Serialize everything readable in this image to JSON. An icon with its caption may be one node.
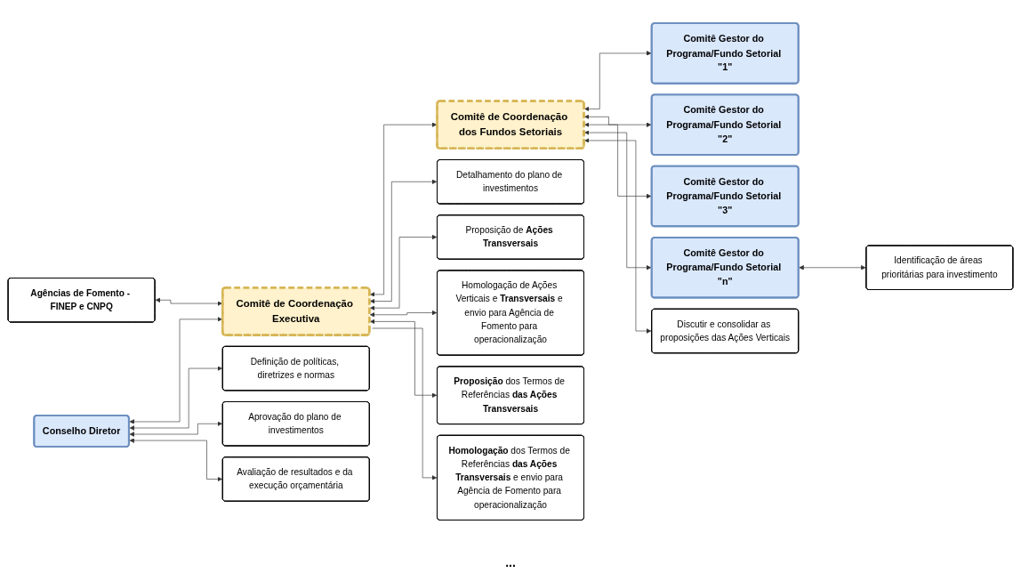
{
  "diagram": {
    "nodes": [
      {
        "text": [
          "Agências de Fomento - FINEP e CNPQ"
        ]
      },
      {
        "text": [
          "Conselho Diretor"
        ]
      },
      {
        "text": [
          "Comitê de Coordenação Executiva"
        ]
      },
      {
        "text": [
          "Comitê de Coordenação dos Fundos Setoriais"
        ]
      },
      {
        "text": [
          "Comitê Gestor do Programa/Fundo Setorial \"1\""
        ]
      },
      {
        "text": [
          "Comitê Gestor do Programa/Fundo Setorial \"2\""
        ]
      },
      {
        "text": [
          "Comitê Gestor do Programa/Fundo Setorial \"3\""
        ]
      },
      {
        "text": [
          "Comitê Gestor do Programa/Fundo Setorial \"n\""
        ]
      },
      {
        "text": [
          "Definição de políticas, diretrizes e normas"
        ]
      },
      {
        "text": [
          "Aprovação do plano de investimentos"
        ]
      },
      {
        "text": [
          "Avaliação de resultados e da execução orçamentária"
        ]
      },
      {
        "text": [
          "Detalhamento do plano de investimentos"
        ]
      },
      {
        "text": [
          "Proposição de **Ações Transversais**"
        ]
      },
      {
        "text": [
          "Homologação de Ações Verticais e **Transversais** e envio para Agência de Fomento para operacionalização"
        ]
      },
      {
        "text": [
          "**Proposição** dos Termos de Referências **das Ações Transversais**"
        ]
      },
      {
        "text": [
          "**Homologação** dos Termos de Referências **das Ações Transversais** e envio para Agência de Fomento para operacionalização"
        ]
      },
      {
        "text": [
          "Discutir e consolidar as proposições das Ações Verticais"
        ]
      },
      {
        "text": [
          "Identificação de áreas prioritárias para investimento"
        ]
      }
    ],
    "edges": [
      {
        "from": 0,
        "to": 2,
        "arrow": "both"
      },
      {
        "from": 1,
        "to": 2,
        "arrow": "both"
      },
      {
        "from": 2,
        "to": 3,
        "arrow": "both"
      },
      {
        "from": 3,
        "to": 4,
        "arrow": "both"
      },
      {
        "from": 3,
        "to": 5,
        "arrow": "both"
      },
      {
        "from": 3,
        "to": 6,
        "arrow": "both"
      },
      {
        "from": 3,
        "to": 7,
        "arrow": "both"
      },
      {
        "from": 1,
        "to": 8,
        "arrow": "both"
      },
      {
        "from": 1,
        "to": 9,
        "arrow": "both"
      },
      {
        "from": 1,
        "to": 10,
        "arrow": "both"
      },
      {
        "from": 2,
        "to": 11,
        "arrow": "both"
      },
      {
        "from": 2,
        "to": 12,
        "arrow": "both"
      },
      {
        "from": 2,
        "to": 13,
        "arrow": "both"
      },
      {
        "from": 2,
        "to": 14,
        "arrow": "both"
      },
      {
        "from": 2,
        "to": 15,
        "arrow": "to"
      },
      {
        "from": 3,
        "to": 16,
        "arrow": "both"
      },
      {
        "from": 7,
        "to": 17,
        "arrow": "both"
      }
    ],
    "labels": [
      "..."
    ]
  }
}
